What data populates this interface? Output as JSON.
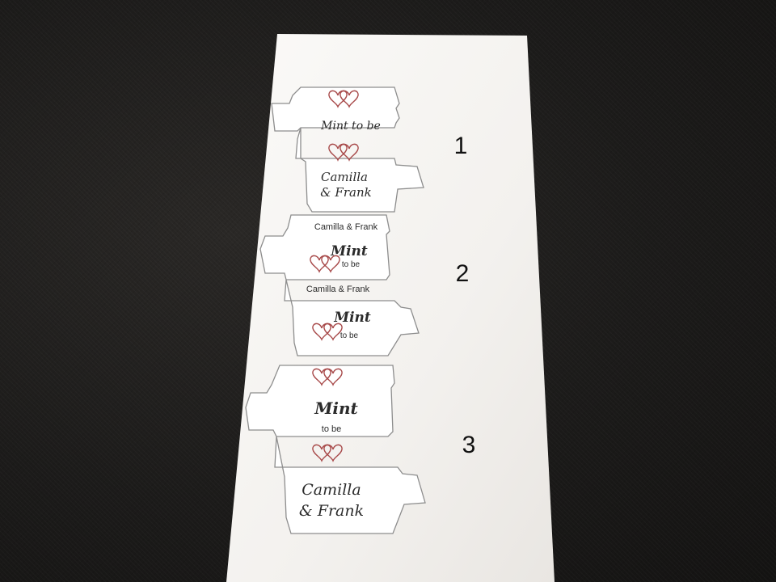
{
  "colors": {
    "surface": "#1c1b1a",
    "paper": "#f7f5f3",
    "outline": "#8d8d8d",
    "heart": "#a84a4a",
    "text": "#2b2b2b"
  },
  "templates": [
    {
      "number": "1",
      "tagline": "Mint to be",
      "names_line1": "Camilla",
      "names_line2": "& Frank"
    },
    {
      "number": "2",
      "names_top": "Camilla & Frank",
      "mint": "Mint",
      "to_be": "to be",
      "names_bottom": "Camilla & Frank",
      "mint_bottom": "Mint",
      "to_be_bottom": "to be"
    },
    {
      "number": "3",
      "mint": "Mint",
      "to_be": "to be",
      "names_line1": "Camilla",
      "names_line2": "& Frank"
    }
  ]
}
